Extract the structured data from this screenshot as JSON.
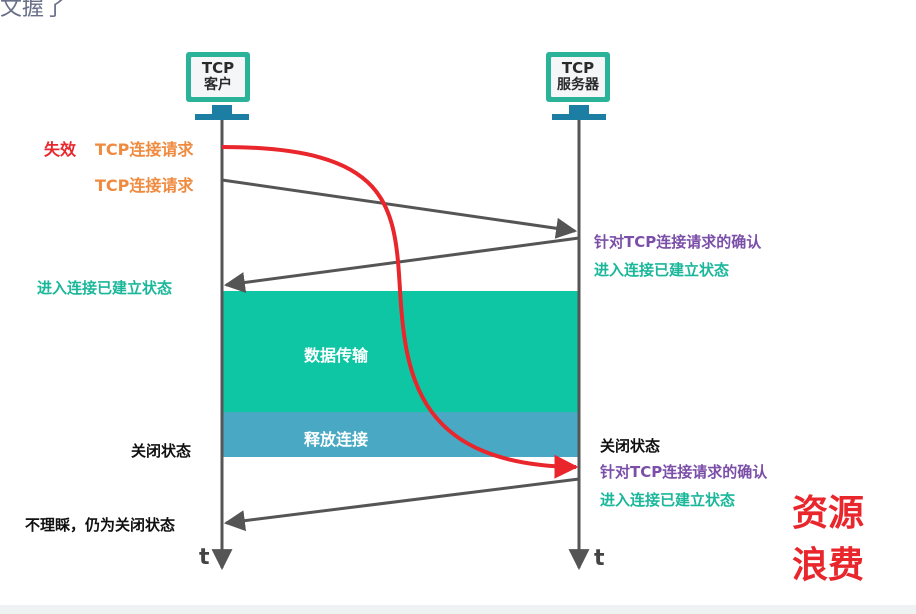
{
  "page": {
    "partial_title": "文握了"
  },
  "client": {
    "line1": "TCP",
    "line2": "客户"
  },
  "server": {
    "line1": "TCP",
    "line2": "服务器"
  },
  "client_side": {
    "invalid_tag": "失效",
    "request_invalid": "TCP连接请求",
    "request": "TCP连接请求",
    "established": "进入连接已建立状态",
    "closed": "关闭状态",
    "ignore": "不理睬，仍为关闭状态",
    "time_axis": "t"
  },
  "server_side": {
    "ack_1": "针对TCP连接请求的确认",
    "established_1": "进入连接已建立状态",
    "closed": "关闭状态",
    "ack_2": "针对TCP连接请求的确认",
    "established_2": "进入连接已建立状态",
    "time_axis": "t"
  },
  "blocks": {
    "transfer": "数据传输",
    "release": "释放连接"
  },
  "waste": {
    "line1": "资源",
    "line2": "浪费"
  },
  "colors": {
    "monitor_frame": "#2bb39a",
    "monitor_stand": "#1d7ea3",
    "timeline": "#555555",
    "arrow": "#555555",
    "invalid_curve": "#e8262c",
    "transfer_block": "#0fc6a4",
    "release_block": "#49a9c4",
    "orange_text": "#ef8a3e",
    "purple_text": "#7b4fa8",
    "teal_text": "#1ab79a",
    "red_text": "#e8262c"
  }
}
